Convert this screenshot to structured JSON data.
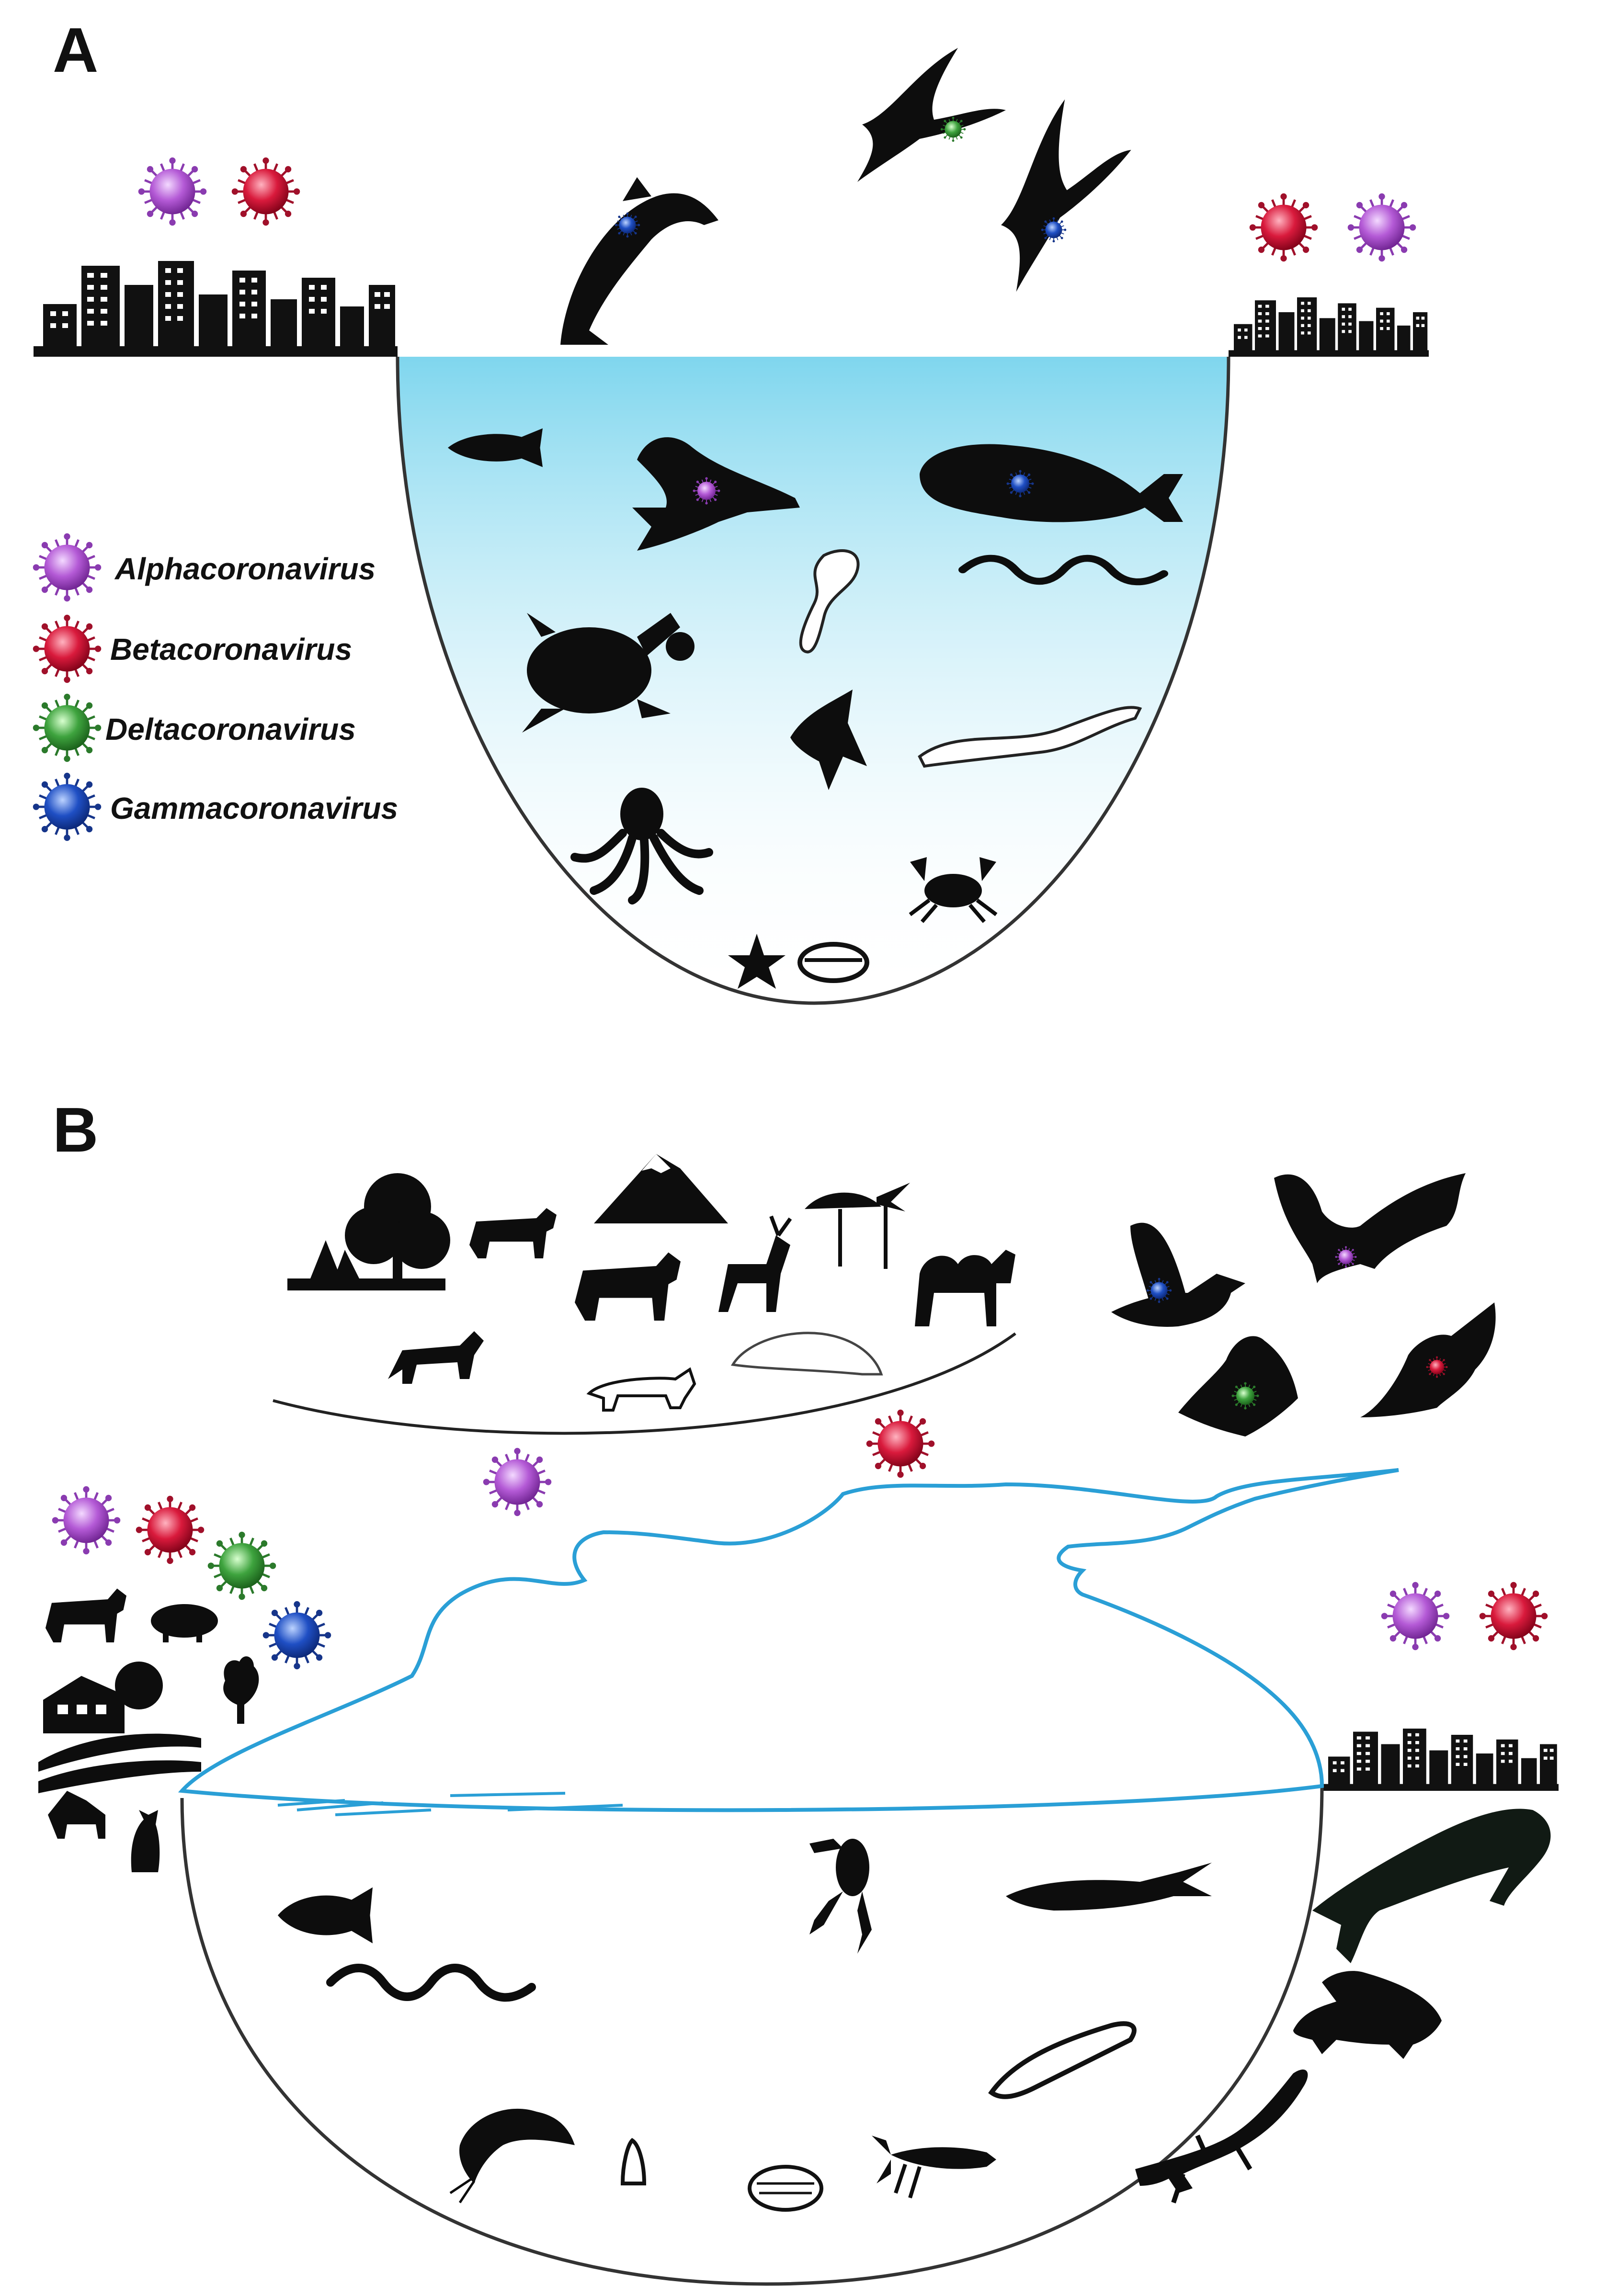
{
  "figure": {
    "panel_a": {
      "label": "A"
    },
    "panel_b": {
      "label": "B"
    }
  },
  "legend": {
    "items": [
      {
        "label": "Alphacoronavirus",
        "color": "#b45ad6"
      },
      {
        "label": "Betacoronavirus",
        "color": "#d91a3c"
      },
      {
        "label": "Deltacoronavirus",
        "color": "#3ea33e"
      },
      {
        "label": "Gammacoronavirus",
        "color": "#1f4fc4"
      }
    ]
  },
  "colors": {
    "water_surface": "#7fd6ee",
    "river_line": "#2a9fd6",
    "basin_outline": "#333333",
    "silhouette": "#0d0d0d"
  },
  "icons": {
    "panel_a": [
      "city-skyline-icon",
      "town-houses-icon",
      "dolphin-icon",
      "seabird-icon",
      "fish-icon",
      "seal-icon",
      "whale-icon",
      "seahorse-icon",
      "sea-snake-icon",
      "sea-turtle-icon",
      "angelfish-icon",
      "sea-cucumber-icon",
      "octopus-icon",
      "crab-icon",
      "starfish-icon",
      "seashell-icon"
    ],
    "panel_b": [
      "forest-icon",
      "mountain-icon",
      "trees-icon",
      "tapir-icon",
      "bear-icon",
      "deer-icon",
      "camel-icon",
      "fox-icon",
      "civet-icon",
      "pangolin-icon",
      "duck-icon",
      "bat-icon",
      "bird-icon",
      "farm-icon",
      "cow-icon",
      "pig-icon",
      "rooster-icon",
      "dog-icon",
      "cat-icon",
      "city-skyline-icon",
      "perch-icon",
      "frog-icon",
      "gar-icon",
      "eel-icon",
      "catfish-icon",
      "snail-icon",
      "clam-icon",
      "crayfish-icon",
      "crocodile-icon",
      "turtle-icon",
      "salamander-icon"
    ]
  }
}
